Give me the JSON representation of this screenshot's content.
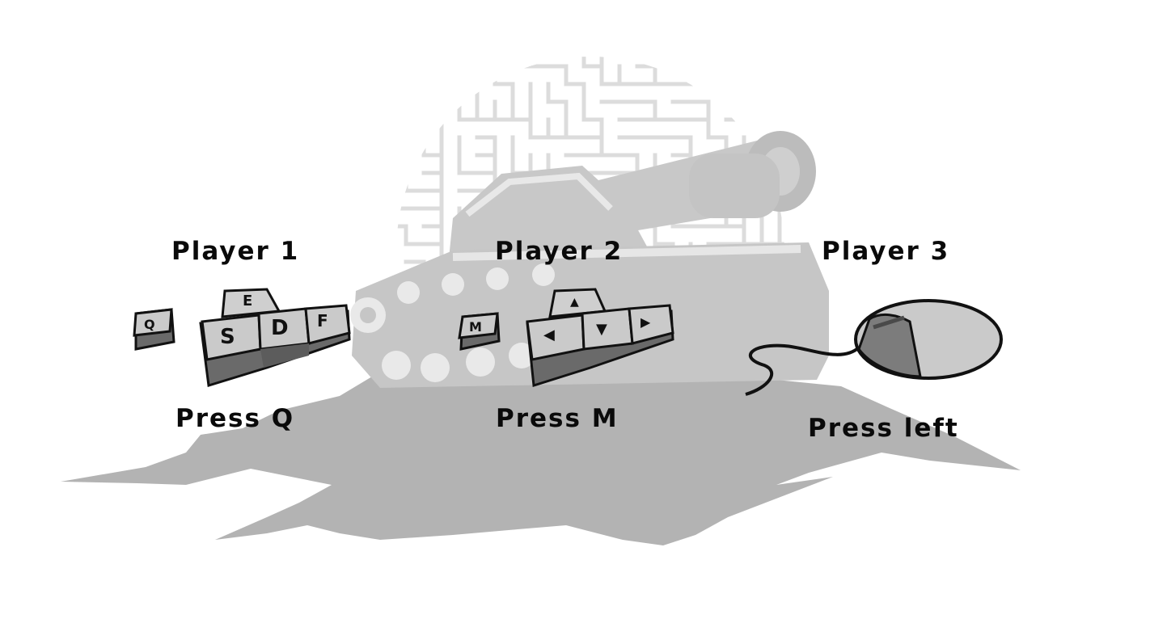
{
  "players": [
    {
      "title": "Player 1",
      "hint": "Press Q",
      "action_key": "Q",
      "move_keys": [
        "E",
        "S",
        "D",
        "F"
      ]
    },
    {
      "title": "Player 2",
      "hint": "Press M",
      "action_key": "M",
      "move_keys": [
        "▲",
        "◀",
        "▼",
        "▶"
      ]
    },
    {
      "title": "Player 3",
      "hint": "Press left",
      "device": "mouse-icon"
    }
  ],
  "colors": {
    "ink": "#0a0a0a",
    "maze": "#dcdcdc",
    "tank": "#c8c8c8",
    "ground": "#b3b3b3",
    "key_face": "#c9c9c9",
    "key_side": "#6a6a6a"
  }
}
